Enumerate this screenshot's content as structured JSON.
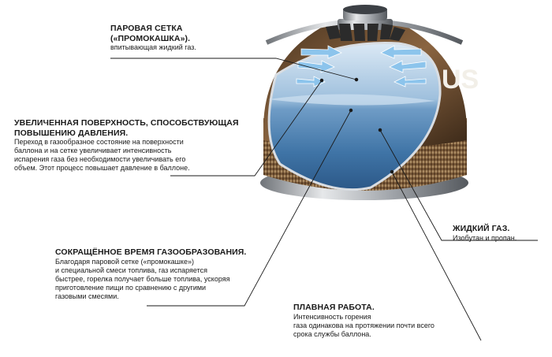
{
  "labels": {
    "vapor_mesh": {
      "title": [
        "ПАРОВАЯ СЕТКА",
        "(«ПРОМОКАШКА»)."
      ],
      "desc": [
        "впитывающая жидкий газ."
      ]
    },
    "surface": {
      "title": [
        "УВЕЛИЧЕННАЯ ПОВЕРХНОСТЬ, СПОСОБСТВУЮЩАЯ",
        "ПОВЫШЕНИЮ ДАВЛЕНИЯ."
      ],
      "desc": [
        "Переход в газообразное состояние на поверхности",
        "баллона и на сетке увеличивает интенсивность",
        "испарения газа без необходимости увеличивать его",
        "объем. Этот процесс повышает давление в баллоне."
      ]
    },
    "liquid_gas": {
      "title": [
        "ЖИДКИЙ ГАЗ."
      ],
      "desc": [
        "Изобутан и пропан."
      ]
    },
    "short_time": {
      "title": [
        "СОКРАЩЁННОЕ ВРЕМЯ ГАЗООБРАЗОВАНИЯ."
      ],
      "desc": [
        "Благодаря паровой сетке («промокашке»)",
        "и специальной смеси топлива, газ испаряется",
        "быстрее, горелка получает больше топлива, ускоряя",
        "приготовление пищи по сравнению с другими",
        "газовыми смесями."
      ]
    },
    "smooth_work": {
      "title": [
        "ПЛАВНАЯ РАБОТА."
      ],
      "desc": [
        "Интенсивность горения",
        "газа одинакова на протяжении почти всего",
        "срока службы баллона."
      ]
    }
  },
  "canister": {
    "brand_text": "US"
  },
  "colors": {
    "body_brown": "#6b4a2c",
    "body_dark": "#3b2a1a",
    "metal": "#c9ccd0",
    "liquid": "#4f86b5",
    "vapor": "#b9d4ea",
    "arrow": "#8cc4ec",
    "leader": "#1a1a1a"
  }
}
